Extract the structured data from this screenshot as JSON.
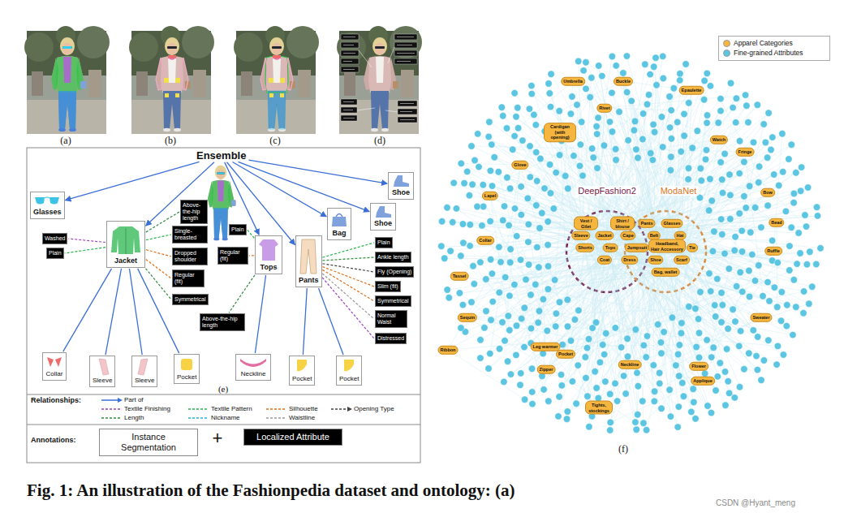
{
  "diagram": {
    "caption": "Fig. 1: An illustration of the Fashionpedia dataset and ontology: (a)",
    "nodes": [
      {
        "text": [
          "Ensemble"
        ]
      },
      {
        "text": [
          "Glasses"
        ]
      },
      {
        "text": [
          "Jacket"
        ]
      },
      {
        "text": [
          "Tops"
        ]
      },
      {
        "text": [
          "Pants"
        ]
      },
      {
        "text": [
          "Bag"
        ]
      },
      {
        "text": [
          "Shoe"
        ]
      },
      {
        "text": [
          "Shoe"
        ]
      },
      {
        "text": [
          "Washed"
        ]
      },
      {
        "text": [
          "Plain"
        ]
      },
      {
        "text": [
          "Above-the-hip length"
        ]
      },
      {
        "text": [
          "Single-breasted"
        ]
      },
      {
        "text": [
          "Dropped shoulder"
        ]
      },
      {
        "text": [
          "Regular (fit)"
        ]
      },
      {
        "text": [
          "Symmetrical"
        ]
      },
      {
        "text": [
          "Plain"
        ]
      },
      {
        "text": [
          "Regular (fit)"
        ]
      },
      {
        "text": [
          "Above-the-hip length"
        ]
      },
      {
        "text": [
          "Plain"
        ]
      },
      {
        "text": [
          "Ankle length"
        ]
      },
      {
        "text": [
          "Fly (Opening)"
        ]
      },
      {
        "text": [
          "Slim (fit)"
        ]
      },
      {
        "text": [
          "Symmetrical"
        ]
      },
      {
        "text": [
          "Normal Waist"
        ]
      },
      {
        "text": [
          "Distressed"
        ]
      },
      {
        "text": [
          "Collar"
        ]
      },
      {
        "text": [
          "Sleeve"
        ]
      },
      {
        "text": [
          "Sleeve"
        ]
      },
      {
        "text": [
          "Pocket"
        ]
      },
      {
        "text": [
          "Neckline"
        ]
      },
      {
        "text": [
          "Pocket"
        ]
      },
      {
        "text": [
          "Pocket"
        ]
      },
      {
        "text": [
          "Instance Segmentation"
        ]
      },
      {
        "text": [
          "Localized Attribute"
        ]
      },
      {
        "text": [
          "Umbrella"
        ]
      },
      {
        "text": [
          "Buckle"
        ]
      },
      {
        "text": [
          "Epaulette"
        ]
      },
      {
        "text": [
          "Rivet"
        ]
      },
      {
        "text": [
          "Cardigan (with opening)"
        ]
      },
      {
        "text": [
          "Watch"
        ]
      },
      {
        "text": [
          "Fringe"
        ]
      },
      {
        "text": [
          "Glove"
        ]
      },
      {
        "text": [
          "Bow"
        ]
      },
      {
        "text": [
          "Lapel"
        ]
      },
      {
        "text": [
          "Bead"
        ]
      },
      {
        "text": [
          "Vest / Gilet"
        ]
      },
      {
        "text": [
          "Shirt / blouse"
        ]
      },
      {
        "text": [
          "Pants"
        ]
      },
      {
        "text": [
          "Glasses"
        ]
      },
      {
        "text": [
          "Sleeve"
        ]
      },
      {
        "text": [
          "Jacket"
        ]
      },
      {
        "text": [
          "Cape"
        ]
      },
      {
        "text": [
          "Belt"
        ]
      },
      {
        "text": [
          "Hat"
        ]
      },
      {
        "text": [
          "Collar"
        ]
      },
      {
        "text": [
          "Shorts"
        ]
      },
      {
        "text": [
          "Tops"
        ]
      },
      {
        "text": [
          "Jumpsuit"
        ]
      },
      {
        "text": [
          "Headband, Hair Accessory"
        ]
      },
      {
        "text": [
          "Tie"
        ]
      },
      {
        "text": [
          "Ruffle"
        ]
      },
      {
        "text": [
          "Coat"
        ]
      },
      {
        "text": [
          "Dress"
        ]
      },
      {
        "text": [
          "Shoe"
        ]
      },
      {
        "text": [
          "Scarf"
        ]
      },
      {
        "text": [
          "Bag, wallet"
        ]
      },
      {
        "text": [
          "Tassel"
        ]
      },
      {
        "text": [
          "Sequin"
        ]
      },
      {
        "text": [
          "Sweater"
        ]
      },
      {
        "text": [
          "Leg warmer"
        ]
      },
      {
        "text": [
          "Ribbon"
        ]
      },
      {
        "text": [
          "Pocket"
        ]
      },
      {
        "text": [
          "Neckline"
        ]
      },
      {
        "text": [
          "Flower"
        ]
      },
      {
        "text": [
          "Zipper"
        ]
      },
      {
        "text": [
          "Applique"
        ]
      },
      {
        "text": [
          "Tights, stockings"
        ]
      }
    ],
    "edges": [
      {
        "from": 0,
        "to": 1,
        "arrow": "to"
      },
      {
        "from": 0,
        "to": 2,
        "arrow": "to"
      },
      {
        "from": 0,
        "to": 3,
        "arrow": "to"
      },
      {
        "from": 0,
        "to": 4,
        "arrow": "to"
      },
      {
        "from": 0,
        "to": 5,
        "arrow": "to"
      },
      {
        "from": 0,
        "to": 6,
        "arrow": "to"
      },
      {
        "from": 0,
        "to": 7,
        "arrow": "to"
      },
      {
        "from": 2,
        "to": 8,
        "arrow": "none"
      },
      {
        "from": 2,
        "to": 9,
        "arrow": "none"
      },
      {
        "from": 2,
        "to": 10,
        "arrow": "none"
      },
      {
        "from": 2,
        "to": 11,
        "arrow": "none"
      },
      {
        "from": 2,
        "to": 12,
        "arrow": "none"
      },
      {
        "from": 2,
        "to": 13,
        "arrow": "none"
      },
      {
        "from": 2,
        "to": 14,
        "arrow": "none"
      },
      {
        "from": 3,
        "to": 15,
        "arrow": "none"
      },
      {
        "from": 3,
        "to": 16,
        "arrow": "none"
      },
      {
        "from": 3,
        "to": 17,
        "arrow": "none"
      },
      {
        "from": 4,
        "to": 18,
        "arrow": "none"
      },
      {
        "from": 4,
        "to": 19,
        "arrow": "none"
      },
      {
        "from": 4,
        "to": 20,
        "arrow": "none"
      },
      {
        "from": 4,
        "to": 21,
        "arrow": "none"
      },
      {
        "from": 4,
        "to": 22,
        "arrow": "none"
      },
      {
        "from": 4,
        "to": 23,
        "arrow": "none"
      },
      {
        "from": 4,
        "to": 24,
        "arrow": "none"
      },
      {
        "from": 2,
        "to": 25,
        "arrow": "none"
      },
      {
        "from": 2,
        "to": 26,
        "arrow": "none"
      },
      {
        "from": 2,
        "to": 27,
        "arrow": "none"
      },
      {
        "from": 2,
        "to": 28,
        "arrow": "none"
      },
      {
        "from": 3,
        "to": 29,
        "arrow": "none"
      },
      {
        "from": 4,
        "to": 30,
        "arrow": "none"
      },
      {
        "from": 4,
        "to": 31,
        "arrow": "none"
      }
    ],
    "labels": [
      "(a)",
      "(b)",
      "(c)",
      "(d)",
      "(e)",
      "(f)",
      "Relationships:",
      "+",
      "Annotations:",
      "DeepFashion2",
      "ModaNet",
      "CSDN @Hyant_meng"
    ],
    "legend": [
      {
        "text": "Part of"
      },
      {
        "text": "Textile Finishing"
      },
      {
        "text": "Length"
      },
      {
        "text": "Textile Pattern"
      },
      {
        "text": "Nickname"
      },
      {
        "text": "Silhouette"
      },
      {
        "text": "Waistline"
      },
      {
        "text": "Opening Type"
      },
      {
        "text": "Apparel Categories",
        "color": "#f5b53f"
      },
      {
        "text": "Fine-grained Attributes",
        "color": "#5cc6e2"
      }
    ]
  }
}
